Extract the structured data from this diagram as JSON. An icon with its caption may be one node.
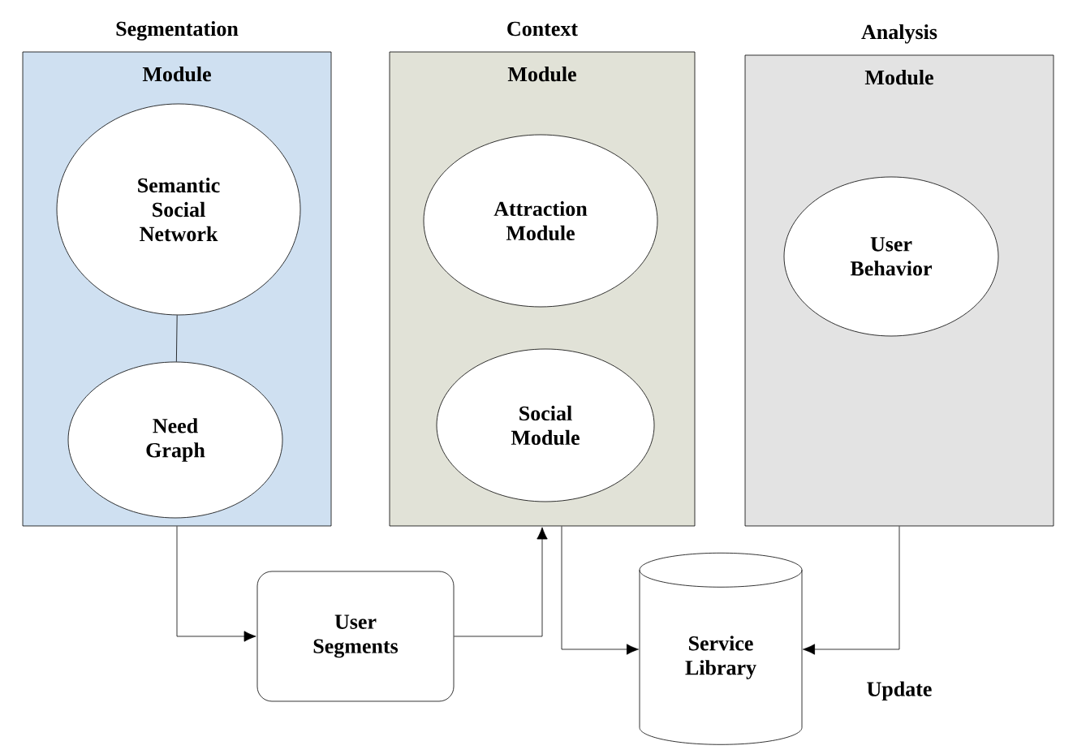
{
  "diagram": {
    "nodes": [
      {
        "text": [
          "Segmentation",
          "Module"
        ]
      },
      {
        "text": [
          "Semantic Social Network"
        ],
        "in": 0
      },
      {
        "text": [
          "Need Graph"
        ],
        "in": 0
      },
      {
        "text": [
          "Context",
          "Module"
        ]
      },
      {
        "text": [
          "Attraction Module"
        ],
        "in": 3
      },
      {
        "text": [
          "Social Module"
        ],
        "in": 3
      },
      {
        "text": [
          "Analysis",
          "Module"
        ]
      },
      {
        "text": [
          "User Behavior"
        ],
        "in": 6
      },
      {
        "text": [
          "User Segments"
        ]
      },
      {
        "text": [
          "Service Library"
        ]
      }
    ],
    "edges": [
      {
        "from": 1,
        "to": 2,
        "arrow": "none"
      },
      {
        "from": 0,
        "to": 8,
        "arrow": "to"
      },
      {
        "from": 8,
        "to": 3,
        "arrow": "to"
      },
      {
        "from": 3,
        "to": 9,
        "arrow": "to"
      },
      {
        "from": 6,
        "to": 9,
        "arrow": "to",
        "label": "Update"
      }
    ]
  }
}
